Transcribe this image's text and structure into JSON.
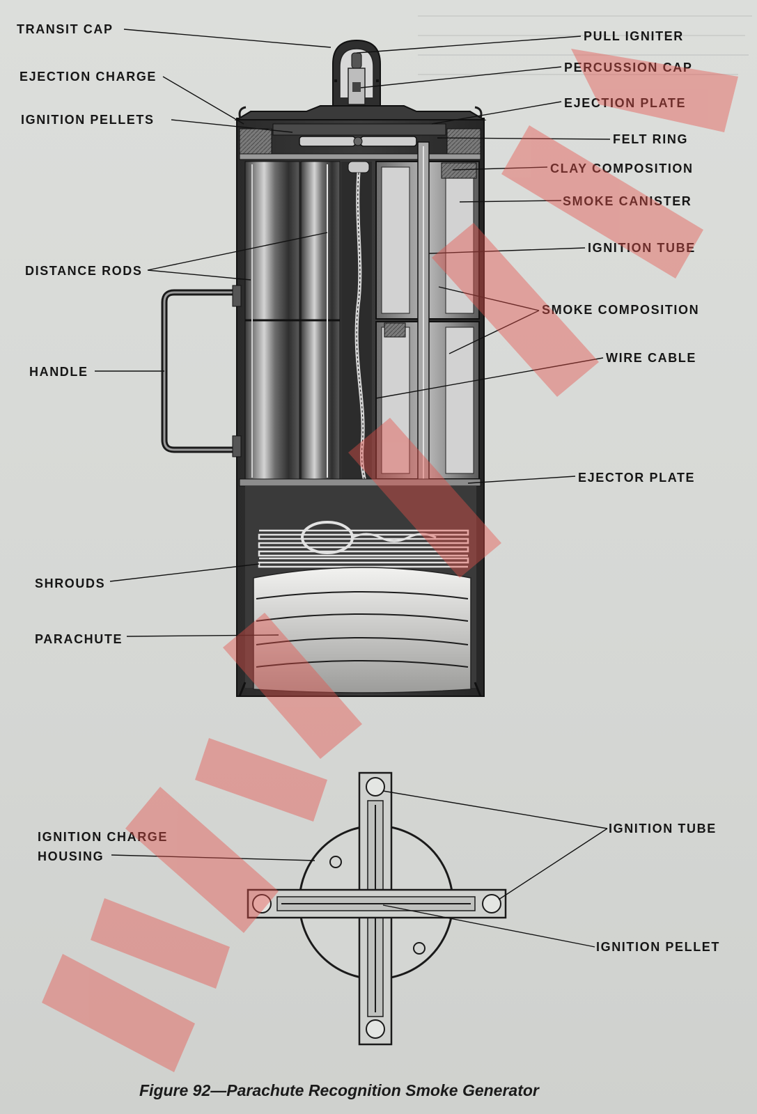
{
  "figure": {
    "caption": "Figure 92—Parachute Recognition Smoke Generator",
    "labels": {
      "transit_cap": "TRANSIT CAP",
      "ejection_charge": "EJECTION CHARGE",
      "ignition_pellets": "IGNITION PELLETS",
      "distance_rods": "DISTANCE RODS",
      "handle": "HANDLE",
      "shrouds": "SHROUDS",
      "parachute": "PARACHUTE",
      "pull_igniter": "PULL IGNITER",
      "percussion_cap": "PERCUSSION CAP",
      "ejection_plate": "EJECTION PLATE",
      "felt_ring": "FELT RING",
      "clay_composition": "CLAY COMPOSITION",
      "smoke_canister": "SMOKE CANISTER",
      "ignition_tube": "IGNITION TUBE",
      "smoke_composition": "SMOKE COMPOSITION",
      "wire_cable": "WIRE CABLE",
      "ejector_plate": "EJECTOR PLATE",
      "ignition_charge_housing_1": "IGNITION CHARGE",
      "ignition_charge_housing_2": "HOUSING",
      "ignition_tube_2": "IGNITION TUBE",
      "ignition_pellet": "IGNITION PELLET"
    }
  },
  "colors": {
    "paper": "#d7d9d6",
    "ink": "#161616",
    "watermark": "#e8504a"
  }
}
